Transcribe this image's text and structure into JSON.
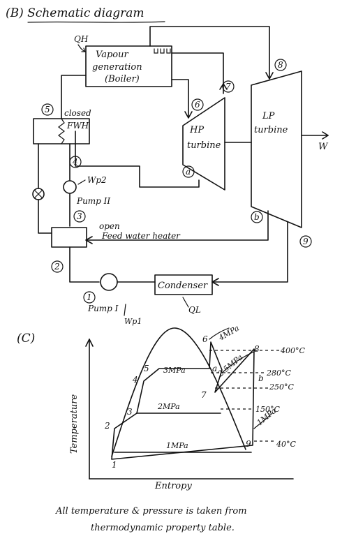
{
  "schematic": {
    "heading": "(B) Schematic diagram",
    "qh_label": "QH",
    "boiler_label": [
      "Vapour",
      "generation",
      "(Boiler)"
    ],
    "closed_fwh_label": [
      "closed",
      "FWH"
    ],
    "hp_turbine_label": [
      "HP",
      "turbine"
    ],
    "lp_turbine_label": [
      "LP",
      "turbine"
    ],
    "work_label": "W",
    "wp2_label": "Wp2",
    "pump2_label": "Pump II",
    "open_fwh_label": [
      "open",
      "Feed water heater"
    ],
    "condenser_label": "Condenser",
    "pump1_label": "Pump I",
    "wp1_label": "Wp1",
    "ql_label": "QL",
    "state_numbers": [
      "1",
      "2",
      "3",
      "4",
      "5",
      "6",
      "7",
      "8",
      "9",
      "a",
      "b"
    ]
  },
  "ts_diagram": {
    "heading": "(C)",
    "y_axis_label": "Temperature",
    "x_axis_label": "Entropy",
    "points": [
      "1",
      "2",
      "3",
      "4",
      "5",
      "6",
      "7",
      "8",
      "9",
      "a",
      "b"
    ],
    "pressure_labels": [
      "4MPa",
      "3MPa",
      "2.5MPa",
      "2MPa",
      "1MPa",
      "1MPa"
    ],
    "temperature_labels": [
      "400°C",
      "280°C",
      "250°C",
      "150°C",
      "40°C"
    ]
  },
  "footnote": [
    "All temperature & pressure is taken from",
    "thermodynamic property table."
  ]
}
